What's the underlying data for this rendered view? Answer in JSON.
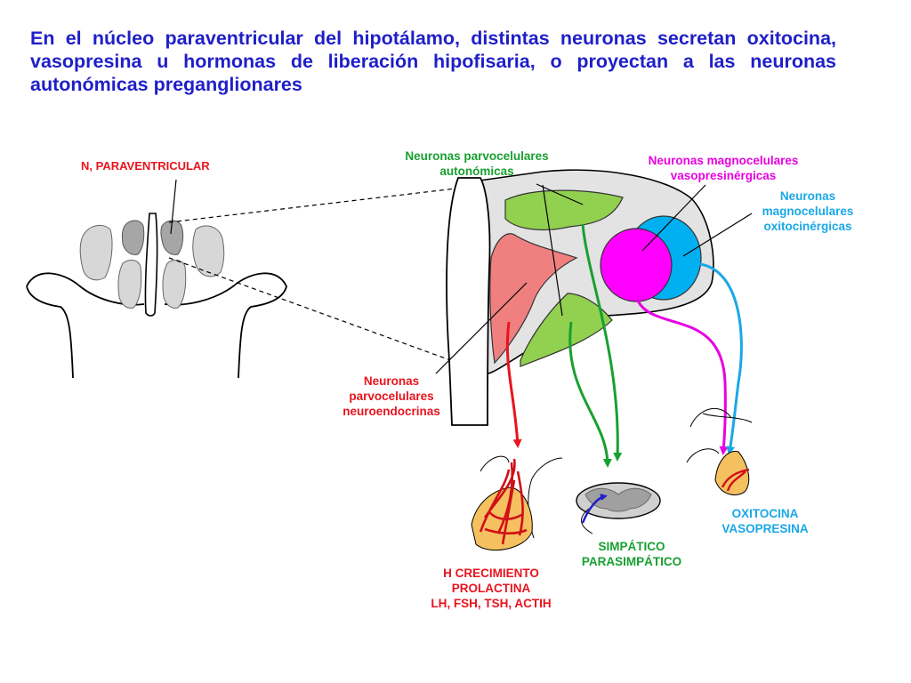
{
  "title": "En el núcleo paraventricular del hipotálamo, distintas neuronas secretan oxitocina, vasopresina u hormonas de liberación hipofisaria, o proyectan a las neuronas autonómicas preganglionares",
  "colors": {
    "title": "#1f1fc8",
    "paraventricular": "#e8141e",
    "parvo_autonomic": "#18a030",
    "vasopressin": "#e800e0",
    "oxytocin": "#1aa8e6",
    "parvo_autonomic_fill": "#92d050",
    "parvo_neuroendocrine_fill": "#f08080",
    "vasopressin_fill": "#ff00ff",
    "oxytocin_fill": "#00b0f0"
  },
  "labels": {
    "paraventricular": "N, PARAVENTRICULAR",
    "parvo_autonomic": [
      "Neuronas parvocelulares",
      "autonómicas"
    ],
    "magno_vasopressin": [
      "Neuronas magnocelulares",
      "vasopresinérgicas"
    ],
    "magno_oxytocin": [
      "Neuronas",
      "magnocelulares",
      "oxitocinérgicas"
    ],
    "parvo_neuroendocrine": [
      "Neuronas",
      "parvocelulares",
      "neuroendocrinas"
    ],
    "anterior_pituitary": [
      "H CRECIMIENTO",
      "PROLACTINA",
      "LH, FSH, TSH, ACTIH"
    ],
    "autonomic": [
      "SIMPÁTICO",
      "PARASIMPÁTICO"
    ],
    "posterior_pituitary": [
      "OXITOCINA",
      "VASOPRESINA"
    ]
  }
}
